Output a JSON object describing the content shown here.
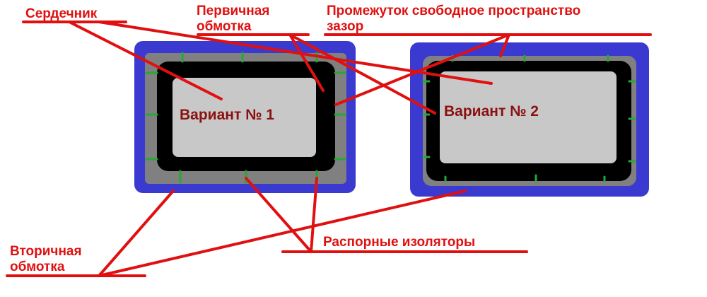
{
  "labels": {
    "core": "Сердечник",
    "primary_line1": "Первичная",
    "primary_line2": "обмотка",
    "gap_line1": "Промежуток свободное пространство",
    "gap_line2": "зазор",
    "spacers": "Распорные изоляторы",
    "secondary_line1": "Вторичная",
    "secondary_line2": "обмотка"
  },
  "variants": {
    "v1": "Вариант № 1",
    "v2": "Вариант № 2"
  },
  "colors": {
    "annotation": "#e01010",
    "caption": "#8b1010",
    "secondary_winding": "#3a3ad0",
    "gap": "#808080",
    "primary_winding": "#000000",
    "core": "#c8c8c8",
    "spacer": "#22aa33"
  }
}
